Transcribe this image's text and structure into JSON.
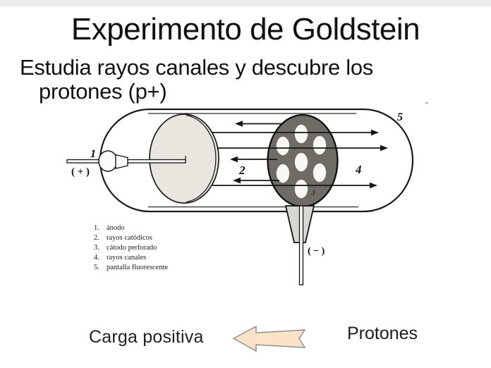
{
  "title": "Experimento de Goldstein",
  "subtitle": {
    "line1": "Estudia rayos canales y descubre los",
    "line2": "protones (p+)"
  },
  "diagram": {
    "labels": {
      "n1": "1",
      "n2": "2",
      "n3": "3",
      "n4": "4",
      "n5": "5",
      "plus": "( + )",
      "minus": "( − )",
      "corner_dash": "-"
    },
    "colors": {
      "tube_stroke": "#1a1a1a",
      "anode_disc_fill": "#e9e6e0",
      "cathode_disc_fill": "#6e6c65",
      "hole_fill": "#f8f7f3",
      "funnel_fill": "#d9d7d1",
      "ray_stroke": "#141414"
    }
  },
  "legend": {
    "items": [
      {
        "num": "1.",
        "label": "ánodo"
      },
      {
        "num": "2.",
        "label": "rayos catódicos"
      },
      {
        "num": "3.",
        "label": "cátodo perforado"
      },
      {
        "num": "4.",
        "label": "rayos canales"
      },
      {
        "num": "5.",
        "label": "pantalla fluorescente"
      }
    ]
  },
  "footer": {
    "left_label": "Carga positiva",
    "right_label": "Protones",
    "arrow": {
      "direction": "left",
      "fill": "#fbe3c7",
      "stroke": "#8f8f8f"
    }
  }
}
